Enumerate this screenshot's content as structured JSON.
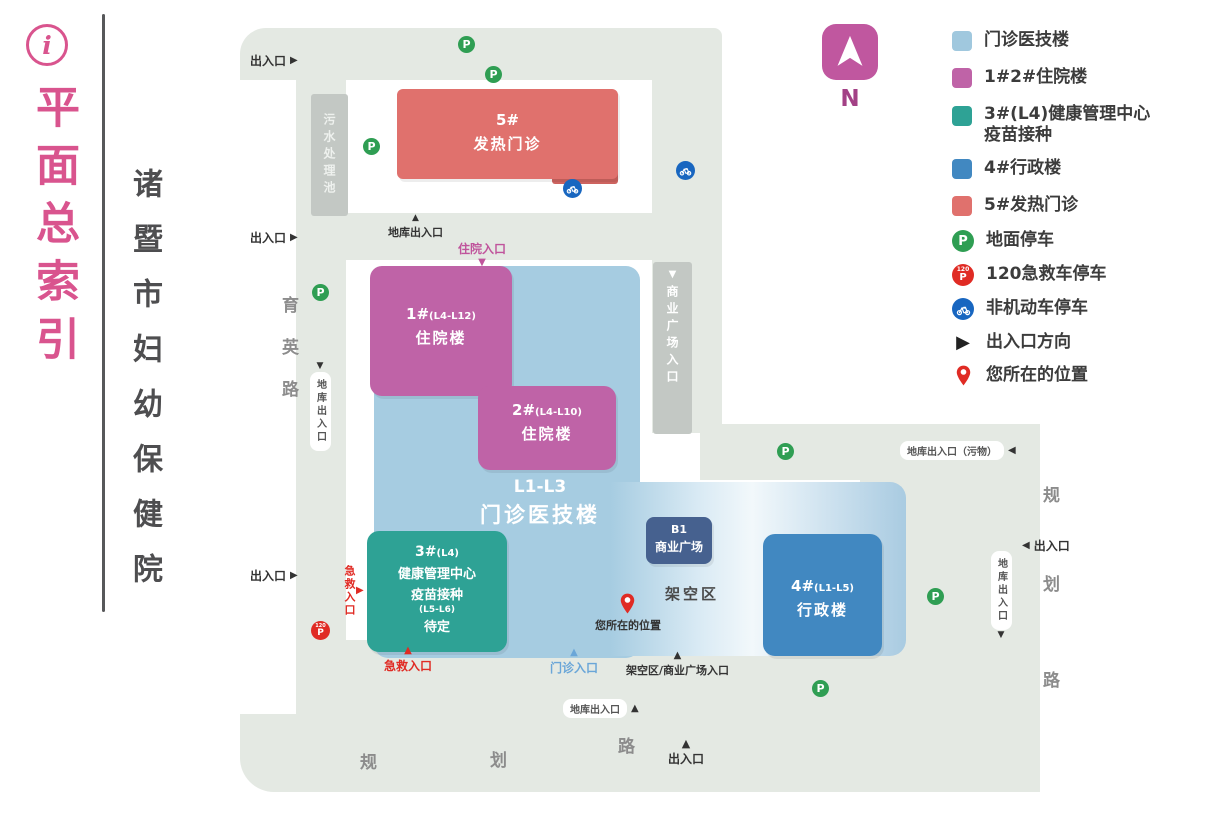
{
  "header": {
    "info_icon": "i",
    "title": "平面总索引",
    "hospital": "诸暨市妇幼保健院"
  },
  "compass": {
    "n": "N"
  },
  "legend": {
    "items": [
      {
        "label": "门诊医技楼"
      },
      {
        "label": "1#2#住院楼"
      },
      {
        "label": "3#(L4)健康管理中心",
        "label2": "疫苗接种"
      },
      {
        "label": "4#行政楼"
      },
      {
        "label": "5#发热门诊"
      },
      {
        "label": "地面停车"
      },
      {
        "label": "120急救车停车"
      },
      {
        "label": "非机动车停车"
      },
      {
        "label": "出入口方向"
      },
      {
        "label": "您所在的位置"
      }
    ]
  },
  "buildings": {
    "b5": {
      "num": "5#",
      "name": "发热门诊"
    },
    "b1": {
      "num": "1#",
      "floors": "(L4-L12)",
      "name": "住院楼"
    },
    "b2": {
      "num": "2#",
      "floors": "(L4-L10)",
      "name": "住院楼"
    },
    "outpatient": {
      "floors": "L1-L3",
      "name": "门诊医技楼"
    },
    "b3": {
      "num": "3#",
      "floors": "(L4)",
      "line1": "健康管理中心",
      "line2": "疫苗接种",
      "floors2": "(L5-L6)",
      "line3": "待定"
    },
    "b4": {
      "num": "4#",
      "floors": "(L1-L5)",
      "name": "行政楼"
    },
    "plaza": {
      "num": "B1",
      "name": "商业广场"
    },
    "sewage": "污水处理池",
    "plaza_entrance_block": "商业广场入口",
    "elevated": "架空区"
  },
  "roads": {
    "yuying": "育英路",
    "bottom": [
      "规",
      "划",
      "路"
    ],
    "right": [
      "规",
      "划",
      "路"
    ]
  },
  "markers": {
    "entrance": "出入口",
    "garage": "地库出入口",
    "garage_waste": "地库出入口（污物）",
    "inpatient": "住院入口",
    "emergency": "急救入口",
    "outpatient": "门诊入口",
    "plaza_bottom": "架空区/商业广场入口",
    "you_are_here": "您所在的位置",
    "p": "P",
    "p120_top": "120"
  },
  "colors": {
    "accent_pink": "#d9548e",
    "outpatient_blue": "#a6cce1",
    "inpatient_magenta": "#bf63a7",
    "health_teal": "#2ea295",
    "admin_blue": "#4188c1",
    "fever_salmon": "#e0716d",
    "parking_green": "#2f9e53",
    "ambulance_red": "#e02b24",
    "bike_blue": "#1866c0",
    "road_gray": "#e4e9e3"
  }
}
